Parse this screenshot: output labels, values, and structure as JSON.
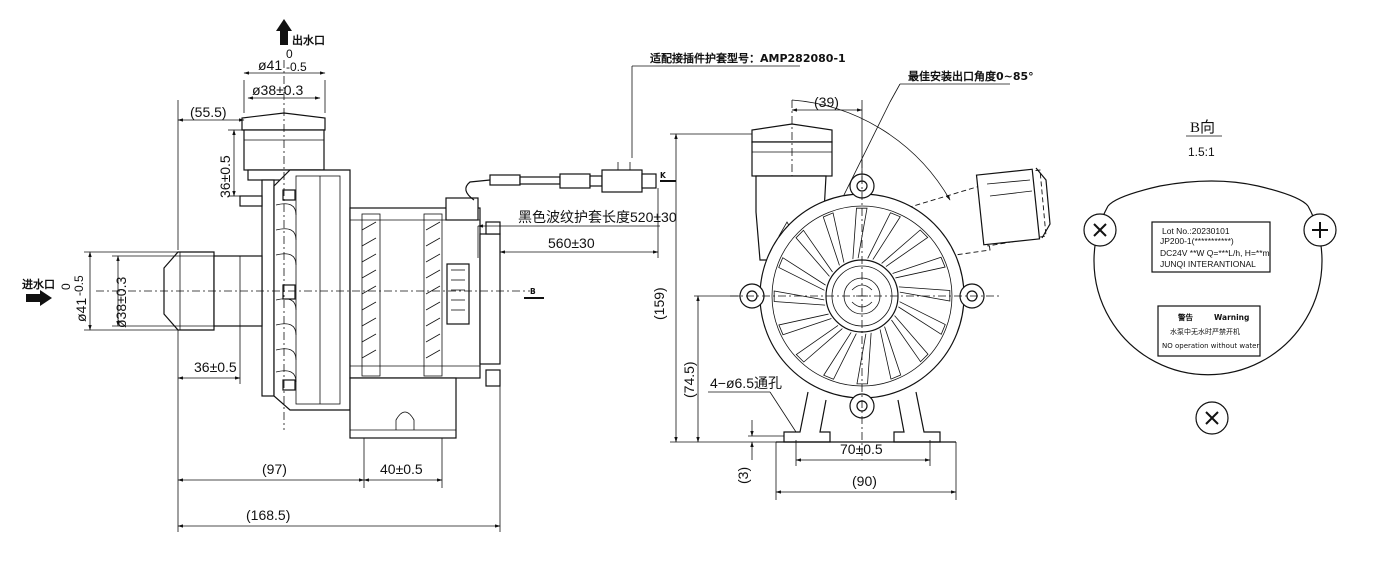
{
  "labels": {
    "outlet": "出水口",
    "inlet": "进水口",
    "connector_model": "适配接插件护套型号：AMP282080-1",
    "outlet_angle": "最佳安装出口角度0~85°",
    "cable_len": "黑色波纹护套长度520±30",
    "total_len": "560±30",
    "view_b_marker": "B",
    "k_marker": "K",
    "mount_holes": "4−ø6.5通孔",
    "view_b_title": "B向",
    "view_b_scale": "1.5:1"
  },
  "dims": {
    "outlet_d41": "ø41",
    "outlet_d41_tol_up": "0",
    "outlet_d41_tol_dn": "-0.5",
    "outlet_d38": "ø38±0.3",
    "d55_5": "(55.5)",
    "d36_top": "36±0.5",
    "inlet_d41": "ø41",
    "inlet_d41_tol_up": "0",
    "inlet_d41_tol_dn": "-0.5",
    "inlet_d38": "ø38±0.3",
    "d36_bot": "36±0.5",
    "d97": "(97)",
    "d40": "40±0.5",
    "d168_5": "(168.5)",
    "d39": "(39)",
    "d159": "(159)",
    "d74_5": "(74.5)",
    "d70": "70±0.5",
    "d90": "(90)",
    "d3": "(3)"
  },
  "nameplate": {
    "lot": "Lot No.:20230101",
    "model": "JP200-1(***********)",
    "rating": "DC24V **W Q=***L/h, H=**m",
    "maker": "JUNQI INTERANTIONAL",
    "warn_cn": "警告",
    "warn_en": "Warning",
    "warn_cn_body": "水泵中无水时严禁开机",
    "warn_en_body": "NO operation without water"
  }
}
